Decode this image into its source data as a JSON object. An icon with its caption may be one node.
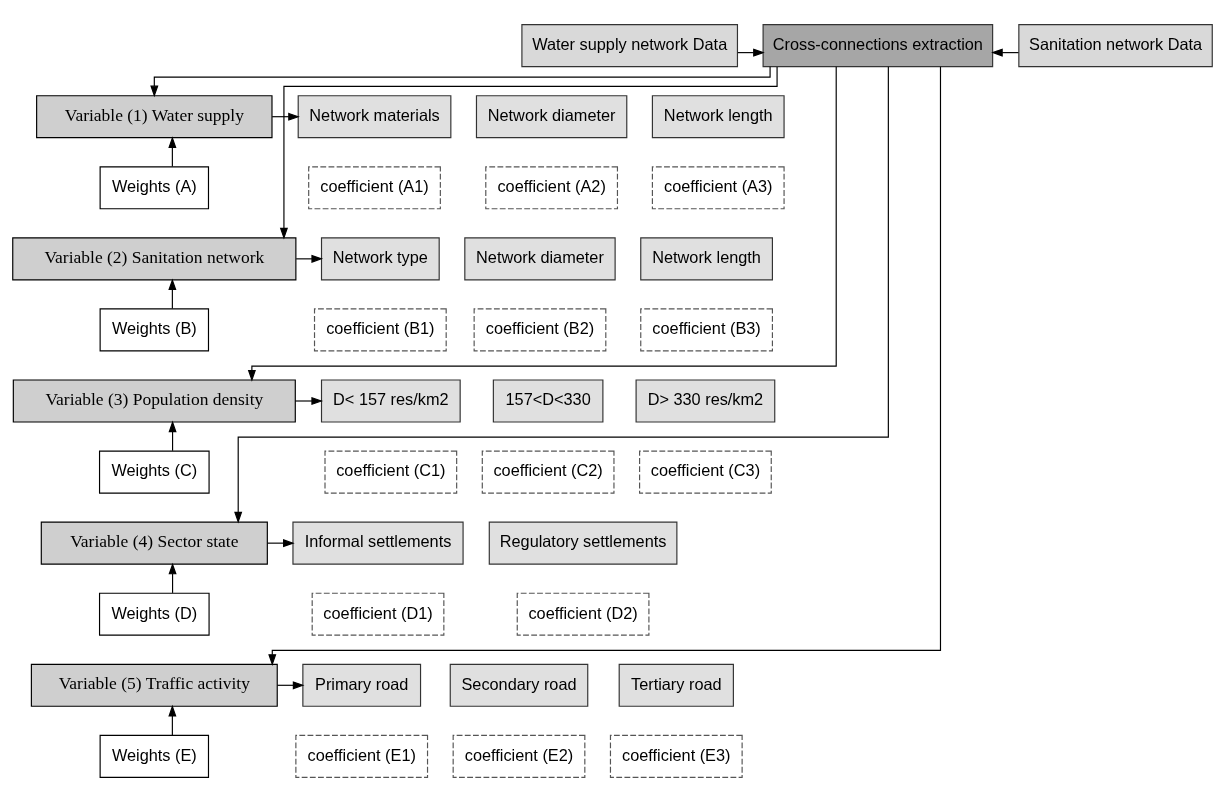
{
  "diagram": {
    "nodes": [
      {
        "text": [
          "Water supply network Data"
        ]
      },
      {
        "text": [
          "Cross-connections extraction"
        ]
      },
      {
        "text": [
          "Sanitation network Data"
        ]
      },
      {
        "text": [
          "Variable (1) Water supply"
        ]
      },
      {
        "text": [
          "Weights (A)"
        ]
      },
      {
        "text": [
          "Network materials"
        ]
      },
      {
        "text": [
          "Network diameter"
        ]
      },
      {
        "text": [
          "Network length"
        ]
      },
      {
        "text": [
          "coefficient (A1)"
        ]
      },
      {
        "text": [
          "coefficient (A2)"
        ]
      },
      {
        "text": [
          "coefficient (A3)"
        ]
      },
      {
        "text": [
          "Variable (2) Sanitation network"
        ]
      },
      {
        "text": [
          "Weights (B)"
        ]
      },
      {
        "text": [
          "Network type"
        ]
      },
      {
        "text": [
          "Network diameter"
        ]
      },
      {
        "text": [
          "Network length"
        ]
      },
      {
        "text": [
          "coefficient (B1)"
        ]
      },
      {
        "text": [
          "coefficient (B2)"
        ]
      },
      {
        "text": [
          "coefficient (B3)"
        ]
      },
      {
        "text": [
          "Variable (3) Population density"
        ]
      },
      {
        "text": [
          "Weights (C)"
        ]
      },
      {
        "text": [
          "D< 157 res/km2"
        ]
      },
      {
        "text": [
          "157<D<330"
        ]
      },
      {
        "text": [
          "D> 330 res/km2"
        ]
      },
      {
        "text": [
          "coefficient (C1)"
        ]
      },
      {
        "text": [
          "coefficient (C2)"
        ]
      },
      {
        "text": [
          "coefficient (C3)"
        ]
      },
      {
        "text": [
          "Variable (4) Sector state"
        ]
      },
      {
        "text": [
          "Weights (D)"
        ]
      },
      {
        "text": [
          "Informal settlements"
        ]
      },
      {
        "text": [
          "Regulatory settlements"
        ]
      },
      {
        "text": [
          "coefficient (D1)"
        ]
      },
      {
        "text": [
          "coefficient (D2)"
        ]
      },
      {
        "text": [
          "Variable (5) Traffic activity"
        ]
      },
      {
        "text": [
          "Weights (E)"
        ]
      },
      {
        "text": [
          "Primary road"
        ]
      },
      {
        "text": [
          "Secondary road"
        ]
      },
      {
        "text": [
          "Tertiary road"
        ]
      },
      {
        "text": [
          "coefficient (E1)"
        ]
      },
      {
        "text": [
          "coefficient (E2)"
        ]
      },
      {
        "text": [
          "coefficient (E3)"
        ]
      }
    ],
    "edges": [
      {
        "from": 0,
        "to": 1,
        "arrow": "to"
      },
      {
        "from": 2,
        "to": 1,
        "arrow": "to"
      },
      {
        "from": 1,
        "to": 3,
        "arrow": "to"
      },
      {
        "from": 1,
        "to": 11,
        "arrow": "to"
      },
      {
        "from": 1,
        "to": 19,
        "arrow": "to"
      },
      {
        "from": 1,
        "to": 27,
        "arrow": "to"
      },
      {
        "from": 1,
        "to": 33,
        "arrow": "to"
      },
      {
        "from": 4,
        "to": 3,
        "arrow": "to"
      },
      {
        "from": 3,
        "to": 5,
        "arrow": "to"
      },
      {
        "from": 12,
        "to": 11,
        "arrow": "to"
      },
      {
        "from": 11,
        "to": 13,
        "arrow": "to"
      },
      {
        "from": 20,
        "to": 19,
        "arrow": "to"
      },
      {
        "from": 19,
        "to": 21,
        "arrow": "to"
      },
      {
        "from": 28,
        "to": 27,
        "arrow": "to"
      },
      {
        "from": 27,
        "to": 29,
        "arrow": "to"
      },
      {
        "from": 34,
        "to": 33,
        "arrow": "to"
      },
      {
        "from": 33,
        "to": 35,
        "arrow": "to"
      }
    ]
  }
}
